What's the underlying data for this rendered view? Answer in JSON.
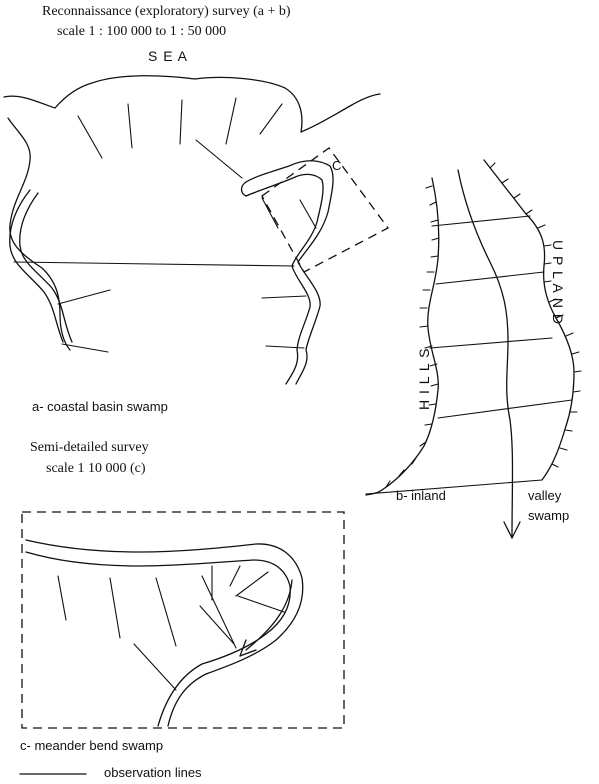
{
  "header": {
    "title": "Reconnaissance (exploratory) survey (a + b)",
    "scale": "scale 1 : 100 000 to 1 : 50 000",
    "sea": "S E A"
  },
  "labels": {
    "box_c": "C",
    "hills": "H I L L S",
    "upland": "U P L A N D",
    "a_caption": "a- coastal basin swamp",
    "b_caption_1": "b- inland",
    "b_caption_2": "valley",
    "b_caption_3": "swamp",
    "c_caption": "c- meander bend swamp"
  },
  "semi_detailed": {
    "title": "Semi-detailed survey",
    "scale": "scale 1 10 000 (c)"
  },
  "legend": {
    "observation_lines": "observation lines"
  }
}
